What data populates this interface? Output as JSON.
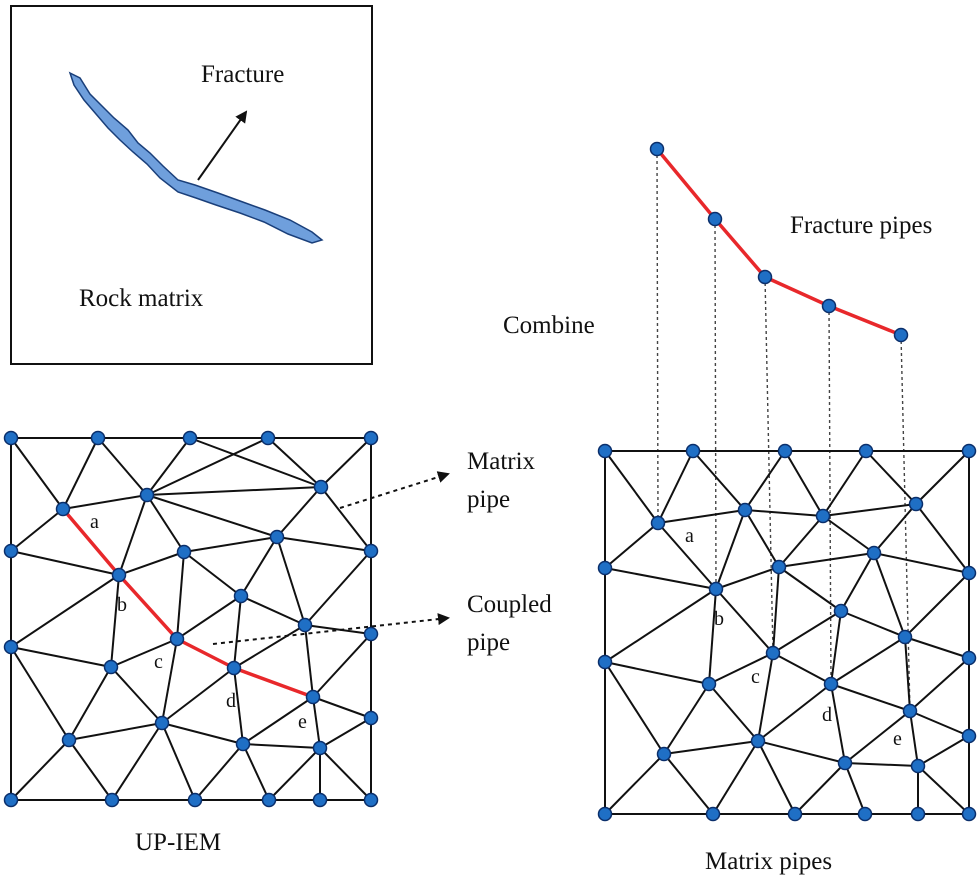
{
  "inset": {
    "fracture_label": "Fracture",
    "rock_label": "Rock matrix"
  },
  "left_mesh": {
    "caption": "UP-IEM",
    "node_labels": [
      "a",
      "b",
      "c",
      "d",
      "e"
    ]
  },
  "annotations": {
    "matrix_pipe_line1": "Matrix",
    "matrix_pipe_line2": "pipe",
    "coupled_pipe_line1": "Coupled",
    "coupled_pipe_line2": "pipe"
  },
  "right_side": {
    "fracture_pipes_label": "Fracture pipes",
    "combine_label": "Combine",
    "caption": "Matrix pipes",
    "node_labels": [
      "a",
      "b",
      "c",
      "d",
      "e"
    ]
  },
  "colors": {
    "node_fill": "#1f6fc5",
    "fracture_pipe": "#e8282b",
    "fracture_fill": "#6f9fdc"
  }
}
